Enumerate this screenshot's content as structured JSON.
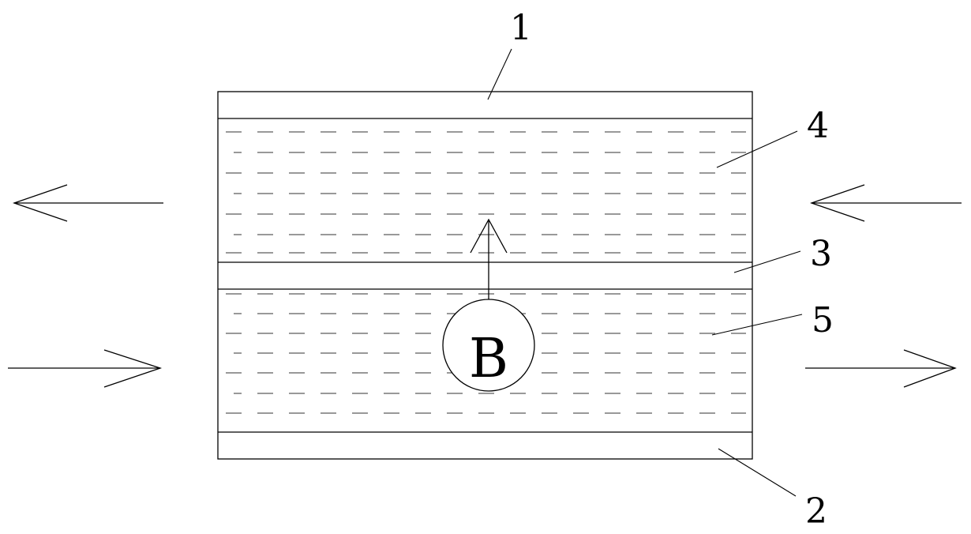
{
  "labels": {
    "top_plate": "1",
    "bottom_plate": "2",
    "middle_layer": "3",
    "upper_channel": "4",
    "lower_channel": "5"
  },
  "circle_label": "B"
}
